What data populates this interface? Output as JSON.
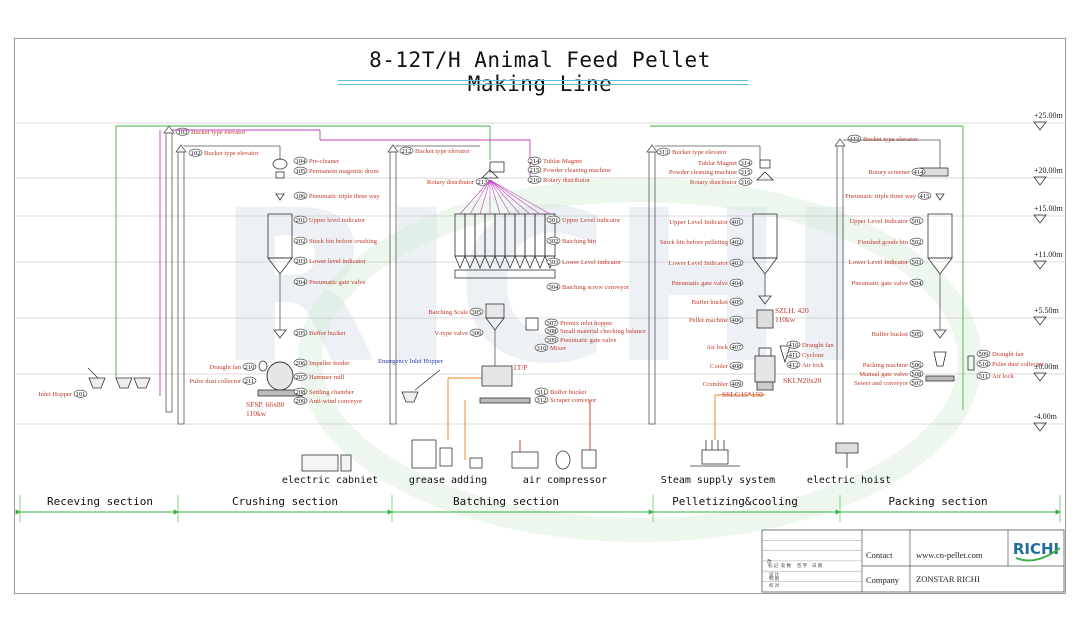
{
  "title": "8-12T/H Animal Feed Pellet Making Line",
  "levels": [
    "+25.00m",
    "+20.00m",
    "+15.00m",
    "+11.00m",
    "+5.50m",
    "±0.00m",
    "-4.00m"
  ],
  "sections": [
    "Receving section",
    "Crushing section",
    "Batching section",
    "Pelletizing&cooling",
    "Packing section"
  ],
  "utilities": [
    "electric cabniet",
    "grease adding",
    "air compressor",
    "Steam supply system",
    "electric hoist"
  ],
  "components": {
    "inlet_hopper": {
      "label": "Inlet Hopper",
      "num": "101"
    },
    "c102": {
      "label": "Bucket type elevator",
      "num": "102"
    },
    "c103": {
      "label": "Bucket type elevator",
      "num": "103"
    },
    "c104": {
      "label": "Pre-cleaner",
      "num": "104"
    },
    "c105": {
      "label": "Permanent magentic drum",
      "num": "105"
    },
    "c106": {
      "label": "Pneumatic triple three way",
      "num": "106"
    },
    "c201": {
      "label": "Upper level indicator",
      "num": "201"
    },
    "c202": {
      "label": "Stock bin before crushing",
      "num": "202"
    },
    "c203": {
      "label": "Lower level indicator",
      "num": "203"
    },
    "c204": {
      "label": "Pneumatic gate valve",
      "num": "204"
    },
    "c205": {
      "label": "Buffer bucket",
      "num": "205"
    },
    "c206": {
      "label": "Impeller feeder",
      "num": "206"
    },
    "c207": {
      "label": "Hammer mill",
      "num": "207"
    },
    "c208": {
      "label": "Settling chamber",
      "num": "208"
    },
    "c209": {
      "label": "Anti-wind conveyor",
      "num": "209"
    },
    "c210": {
      "label": "Draught fan",
      "num": "210"
    },
    "c211": {
      "label": "Pulse dust collector",
      "num": "211"
    },
    "hammer_model": "SFSP. 66x80",
    "hammer_power": "110kw",
    "emergency": "Emergency Inlet Hopper",
    "c212": {
      "label": "Bucket type elevator",
      "num": "212"
    },
    "c213": {
      "label": "Rotary distributor",
      "num": "213"
    },
    "c214": {
      "label": "Tublar Magnet",
      "num": "214"
    },
    "c215": {
      "label": "Powder cleaning machine",
      "num": "215"
    },
    "c216": {
      "label": "Rotary distributor",
      "num": "216"
    },
    "c301": {
      "label": "Upper Level indicator",
      "num": "301"
    },
    "c302": {
      "label": "Batching bin",
      "num": "302"
    },
    "c303": {
      "label": "Lower Level indicator",
      "num": "303"
    },
    "c304": {
      "label": "Batching screw conveyor",
      "num": "304"
    },
    "c305": {
      "label": "Batching Scale",
      "num": "305"
    },
    "c306": {
      "label": "V-type valve",
      "num": "306"
    },
    "c307": {
      "label": "Premix inlet hopper",
      "num": "307"
    },
    "c308": {
      "label": "Small material checking balance",
      "num": "308"
    },
    "c309": {
      "label": "Pneumatic gate valve",
      "num": "309"
    },
    "c310": {
      "label": "Mixer",
      "num": "310"
    },
    "c311": {
      "label": "Buffer bucket",
      "num": "311"
    },
    "c312": {
      "label": "Scraper conveyor",
      "num": "312"
    },
    "mixer_cap": "1T/P",
    "c313": {
      "label": "Bucket type elevator",
      "num": "313"
    },
    "c314": {
      "label": "Tublar Magnet",
      "num": "314"
    },
    "c315": {
      "label": "Powder cleaning machine",
      "num": "315"
    },
    "c316": {
      "label": "Rotary distributor",
      "num": "316"
    },
    "c401": {
      "label": "Upper Level Indicator",
      "num": "401"
    },
    "c402": {
      "label": "Stock bin before pelleting",
      "num": "402"
    },
    "c403": {
      "label": "Lower Level Indicator",
      "num": "403"
    },
    "c404": {
      "label": "Pneumatic gate valve",
      "num": "404"
    },
    "c405": {
      "label": "Buffer bucket",
      "num": "405"
    },
    "c406": {
      "label": "Pellet machine",
      "num": "406"
    },
    "c407": {
      "label": "Air lock",
      "num": "407"
    },
    "c408": {
      "label": "Cooler",
      "num": "408"
    },
    "c409": {
      "label": "Crumbler",
      "num": "409"
    },
    "c410": {
      "label": "Draught fan",
      "num": "410"
    },
    "c411": {
      "label": "Cyclone",
      "num": "411"
    },
    "c412": {
      "label": "Air lock",
      "num": "412"
    },
    "pellet_model": "SZLH. 420",
    "pellet_power": "110kw",
    "cooler_model": "SKLN20x20",
    "crumbler_model": "SSLG15*150",
    "c413": {
      "label": "Bucket type elevator",
      "num": "413"
    },
    "c414": {
      "label": "Rotary screener",
      "num": "414"
    },
    "c415": {
      "label": "Pneumatic triple three way",
      "num": "415"
    },
    "c501": {
      "label": "Upper Level Indicator",
      "num": "501"
    },
    "c502": {
      "label": "Finished goods bin",
      "num": "502"
    },
    "c503": {
      "label": "Lower Level Indicator",
      "num": "503"
    },
    "c504": {
      "label": "Pneumatic gate valve",
      "num": "504"
    },
    "c505": {
      "label": "Buffer bucket",
      "num": "505"
    },
    "c506": {
      "label": "Packing machine",
      "num": "506"
    },
    "c507": {
      "label": "Sewer and conveyor",
      "num": "507"
    },
    "c508": {
      "label": "Manual gate valve",
      "num": "508"
    },
    "c509": {
      "label": "Draught fan",
      "num": "509"
    },
    "c510": {
      "label": "Pulse dust collector",
      "num": "510"
    },
    "c511": {
      "label": "Air lock",
      "num": "511"
    }
  },
  "titleblock": {
    "contact_label": "Contact",
    "contact_value": "www.cn-pellet.com",
    "company_label": "Company",
    "company_value": "ZONSTAR RICHI",
    "brand": "RICHI",
    "small_cells": [
      "改",
      "标 记",
      "处 数",
      "签 字",
      "日 期",
      "设 计",
      "制 图",
      "校 对"
    ]
  },
  "colors": {
    "label": "#c0392b",
    "frame": "#9a9a9a",
    "green": "#3cb043",
    "magenta": "#c040c0",
    "orange": "#e08020",
    "blue": "#2233aa"
  }
}
